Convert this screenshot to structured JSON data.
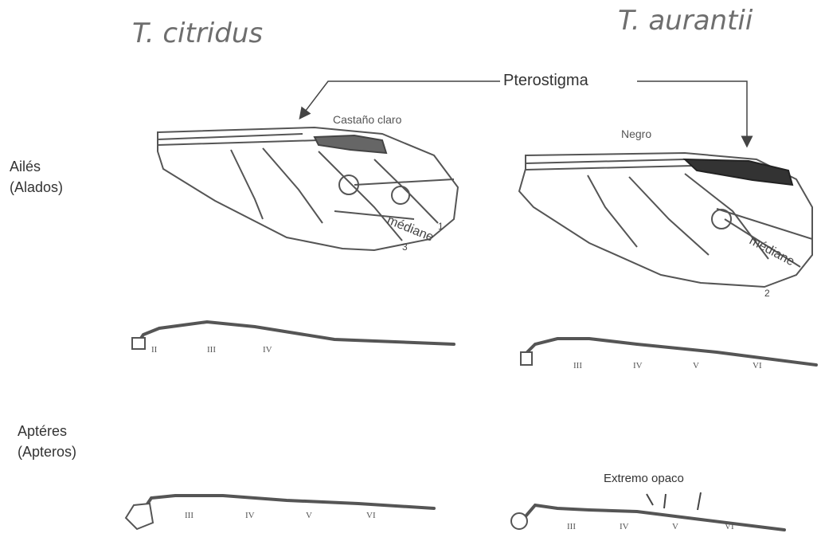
{
  "species": {
    "left": "T. citridus",
    "right": "T. aurantii"
  },
  "labels": {
    "pterostigma": "Pterostigma",
    "castano_claro": "Castaño claro",
    "negro": "Negro",
    "extremo_opaco": "Extremo opaco"
  },
  "rows": {
    "winged_fr": "Ailés",
    "winged_es": "(Alados)",
    "apterous_fr": "Aptéres",
    "apterous_es": "(Apteros)"
  },
  "wing_labels": {
    "mediane": "médiane",
    "vein_1": "1",
    "vein_3": "3",
    "vein_2": "2"
  },
  "antenna_segments": {
    "left_winged": [
      "II",
      "III",
      "IV"
    ],
    "right_winged": [
      "III",
      "IV",
      "V",
      "VI"
    ],
    "left_apterous": [
      "III",
      "IV",
      "V",
      "VI"
    ],
    "right_apterous": [
      "III",
      "IV",
      "V",
      "VI"
    ]
  }
}
